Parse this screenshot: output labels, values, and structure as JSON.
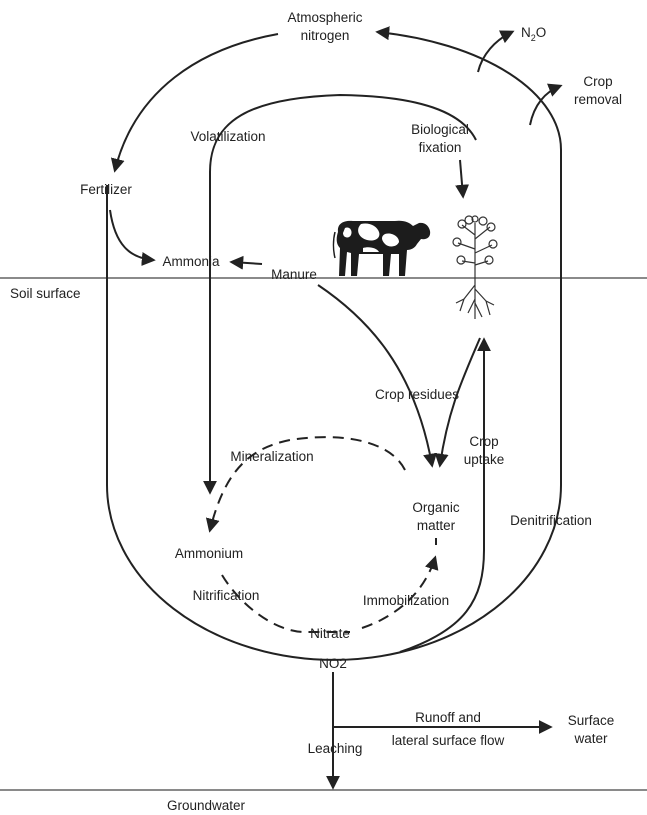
{
  "labels": {
    "atmospheric_1": "Atmospheric",
    "atmospheric_2": "nitrogen",
    "n2o_main": "N",
    "n2o_sub": "2",
    "n2o_tail": "O",
    "crop_removal_1": "Crop",
    "crop_removal_2": "removal",
    "volatilization": "Volatilization",
    "biological_1": "Biological",
    "biological_2": "fixation",
    "fertilizer": "Fertilizer",
    "ammonia": "Ammonia",
    "manure": "Manure",
    "soil_surface": "Soil surface",
    "crop_residues": "Crop residues",
    "crop_uptake_1": "Crop",
    "crop_uptake_2": "uptake",
    "mineralization": "Mineralization",
    "organic_1": "Organic",
    "organic_2": "matter",
    "denitrification": "Denitrification",
    "ammonium": "Ammonium",
    "nitrification": "Nitrification",
    "immobilization": "Immobilization",
    "nitrate": "Nitrate",
    "no2": "NO2",
    "runoff_1": "Runoff and",
    "runoff_2": "lateral surface flow",
    "surface_water_1": "Surface",
    "surface_water_2": "water",
    "leaching": "Leaching",
    "groundwater": "Groundwater"
  },
  "icons": {
    "cow": "cow-icon",
    "plant": "plant-icon"
  },
  "colors": {
    "ink": "#222222",
    "background": "#ffffff"
  }
}
